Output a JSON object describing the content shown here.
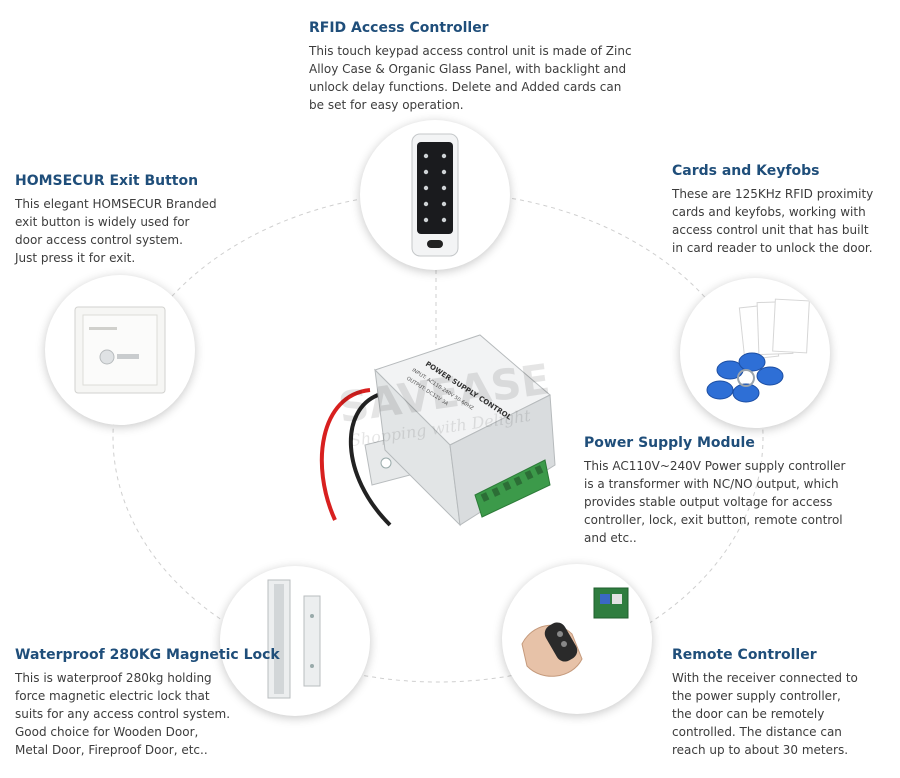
{
  "sections": {
    "rfid": {
      "title": "RFID Access Controller",
      "lines": [
        "This touch keypad access control unit is made of Zinc",
        "Alloy Case & Organic Glass Panel, with backlight and",
        "unlock delay functions. Delete and Added cards can",
        "be set for easy operation."
      ]
    },
    "exit_button": {
      "title": "HOMSECUR Exit Button",
      "lines": [
        "This elegant HOMSECUR Branded",
        "exit button is widely used for",
        "door access control system.",
        "Just press it for exit."
      ]
    },
    "cards": {
      "title": "Cards and Keyfobs",
      "lines": [
        "These are 125KHz RFID proximity",
        "cards and keyfobs, working with",
        "access control unit that has built",
        "in card reader to unlock the door."
      ]
    },
    "power": {
      "title": "Power Supply Module",
      "lines": [
        "This AC110V~240V Power supply controller",
        "is a transformer with NC/NO output, which",
        "provides stable output voltage for access",
        "controller, lock, exit button, remote control",
        "and etc.."
      ]
    },
    "maglock": {
      "title": "Waterproof 280KG Magnetic Lock",
      "lines": [
        "This is waterproof 280kg holding",
        "force magnetic electric lock that",
        "suits for any access control system.",
        "Good choice for Wooden Door,",
        "Metal Door, Fireproof Door, etc.."
      ]
    },
    "remote": {
      "title": "Remote Controller",
      "lines": [
        "With the receiver connected to",
        "the power supply controller,",
        "the door can be remotely",
        "controlled. The distance can",
        "reach up to about 30 meters."
      ]
    }
  },
  "psu_label": {
    "brand": "POWER SUPPLY CONTROL",
    "input": "INPUT: AC110-240V 50-60HZ",
    "output": "OUTPUT: DC12V 3A"
  },
  "watermark": "SAVEASE",
  "watermark_sub": "Shopping with Delight",
  "colors": {
    "title": "#1f4e7a",
    "body": "#3c3c3c",
    "ring": "#c9c9c9",
    "terminal": "#3c9a4a"
  }
}
